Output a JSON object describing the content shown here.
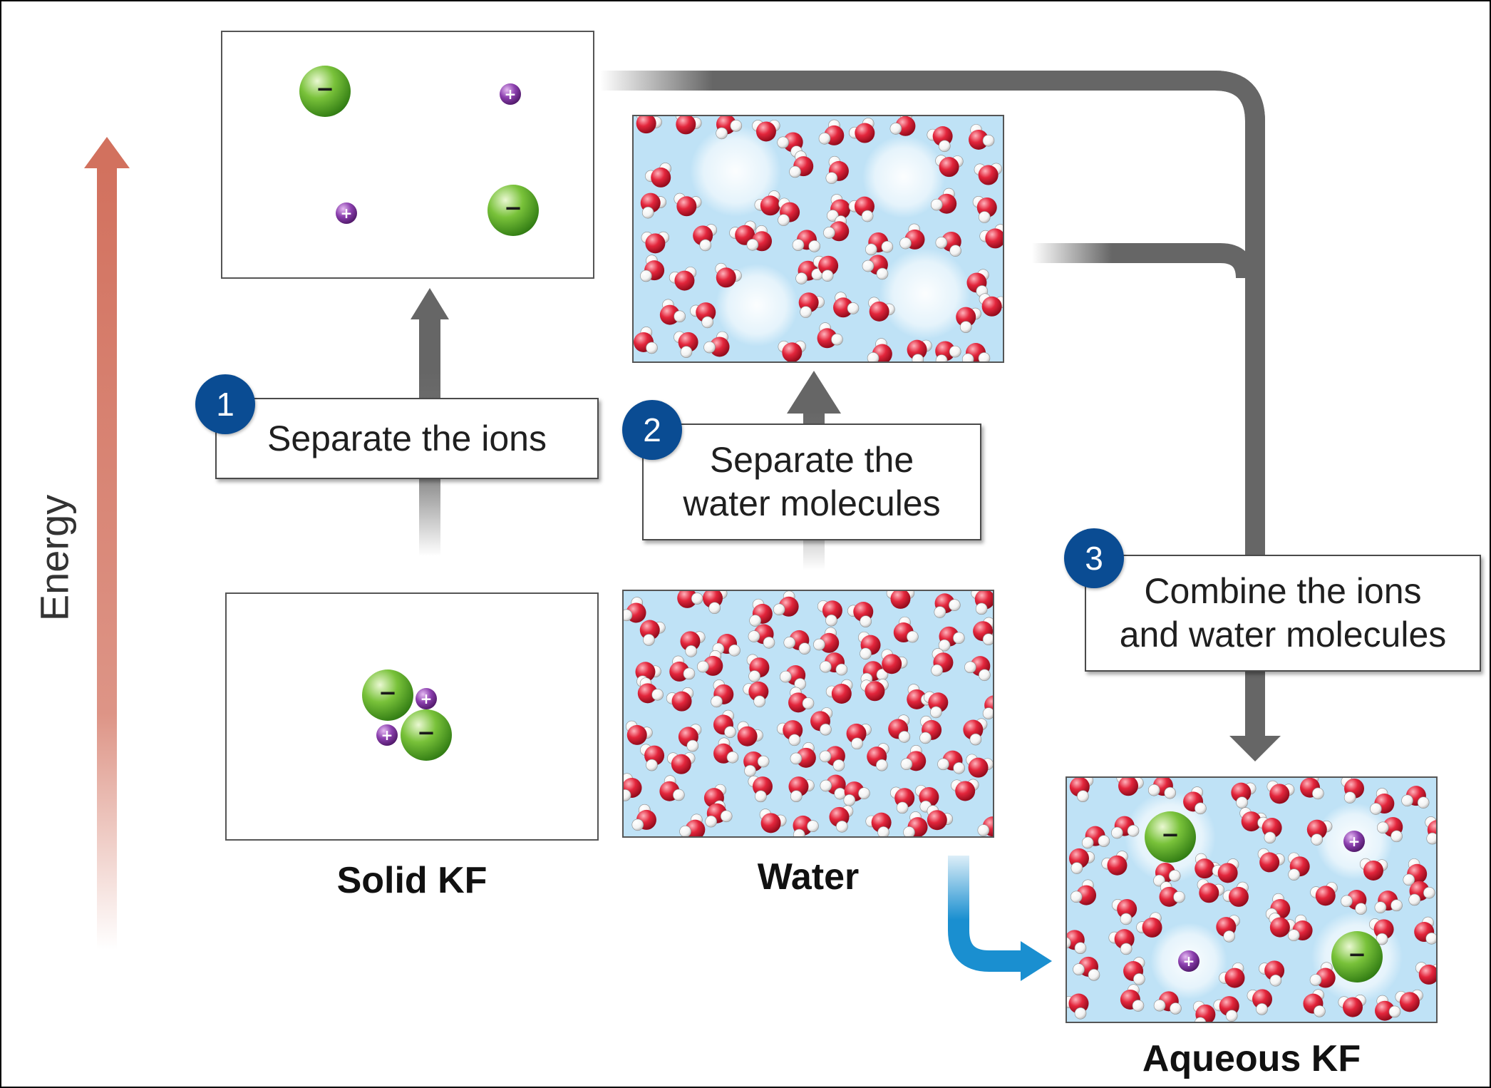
{
  "axis": {
    "label": "Energy"
  },
  "steps": [
    {
      "number": "1",
      "text": "Separate the ions"
    },
    {
      "number": "2",
      "text": "Separate the\nwater molecules"
    },
    {
      "number": "3",
      "text": "Combine the ions\nand water molecules"
    }
  ],
  "panels": {
    "solid": {
      "label": "Solid KF"
    },
    "water": {
      "label": "Water"
    },
    "aqueous": {
      "label": "Aqueous KF"
    }
  },
  "ions": {
    "anion_symbol": "−",
    "cation_symbol": "+"
  },
  "colors": {
    "energy_arrow": "#d2715e",
    "path_arrow": "#666666",
    "mix_arrow": "#1a8fd0",
    "badge": "#0a4c93",
    "anion": "#5cb031",
    "cation": "#7c3a9c",
    "oxygen": "#d91e35",
    "hydrogen": "#ffffff",
    "water_bg": "#bfe2f6"
  }
}
